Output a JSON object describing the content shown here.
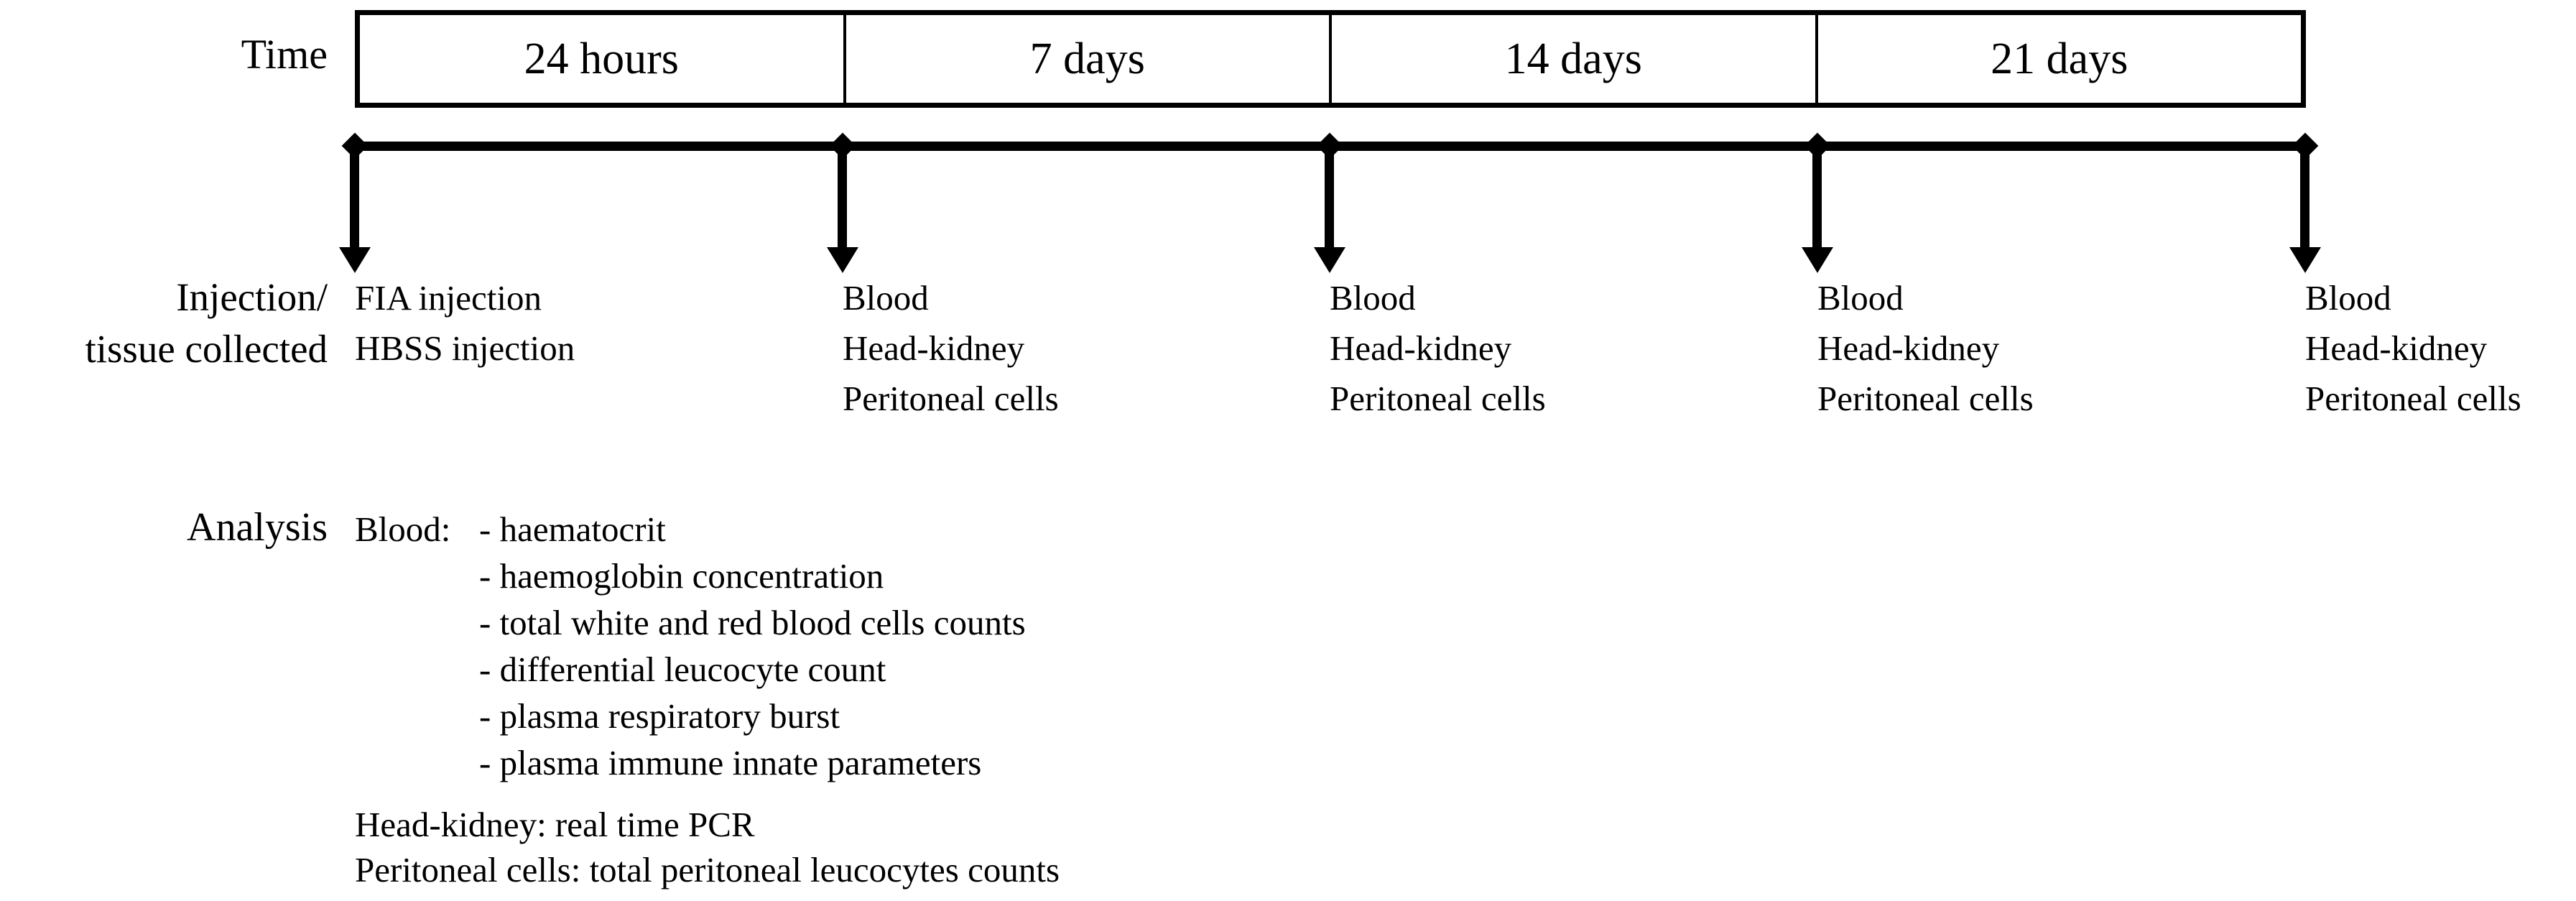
{
  "colors": {
    "foreground": "#000000",
    "background": "#ffffff"
  },
  "time_row": {
    "label": "Time",
    "periods": [
      "24 hours",
      "7 days",
      "14 days",
      "21 days"
    ]
  },
  "injection_row": {
    "label_line1": "Injection/",
    "label_line2": "tissue collected",
    "columns": [
      {
        "lines": [
          "FIA injection",
          "HBSS injection"
        ]
      },
      {
        "lines": [
          "Blood",
          "Head-kidney",
          "Peritoneal cells"
        ]
      },
      {
        "lines": [
          "Blood",
          "Head-kidney",
          "Peritoneal cells"
        ]
      },
      {
        "lines": [
          "Blood",
          "Head-kidney",
          "Peritoneal cells"
        ]
      },
      {
        "lines": [
          "Blood",
          "Head-kidney",
          "Peritoneal cells"
        ]
      }
    ]
  },
  "analysis": {
    "label": "Analysis",
    "blood_label": "Blood:",
    "blood_items": [
      "- haematocrit",
      "- haemoglobin concentration",
      "- total white and red blood cells counts",
      "- differential leucocyte count",
      "- plasma respiratory burst",
      "- plasma immune innate parameters"
    ],
    "head_kidney_line": "Head-kidney: real time PCR",
    "peritoneal_line": "Peritoneal cells: total peritoneal leucocytes counts"
  }
}
